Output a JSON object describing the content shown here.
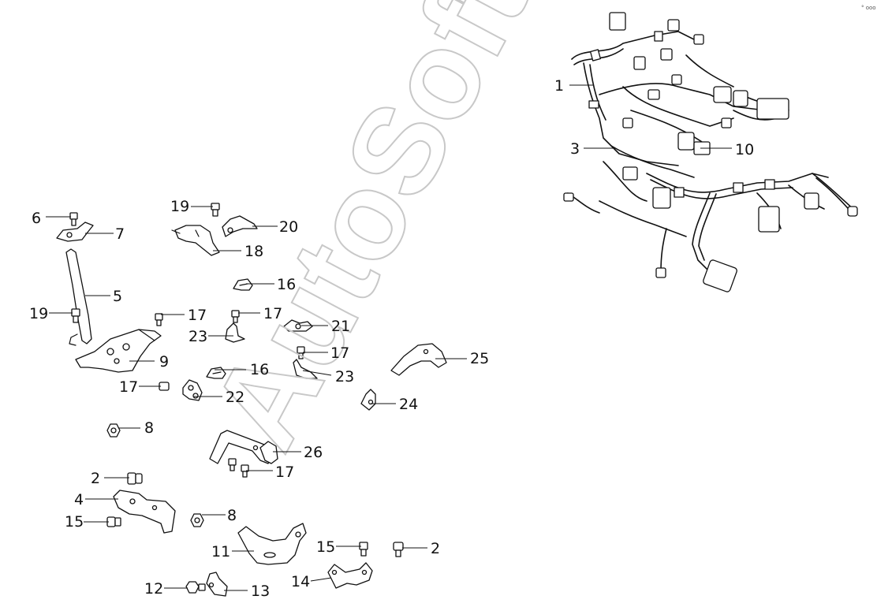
{
  "watermark": "AutoSoft",
  "corner_mark": "° ooo",
  "callouts": {
    "c1": "1",
    "c3": "3",
    "c10": "10",
    "c6": "6",
    "c7": "7",
    "c5": "5",
    "c19a": "19",
    "c19b": "19",
    "c20": "20",
    "c18": "18",
    "c16a": "16",
    "c16b": "16",
    "c17a": "17",
    "c17b": "17",
    "c17c": "17",
    "c17d": "17",
    "c17e": "17",
    "c23a": "23",
    "c23b": "23",
    "c21": "21",
    "c25": "25",
    "c24": "24",
    "c9": "9",
    "c22": "22",
    "c8a": "8",
    "c8b": "8",
    "c26": "26",
    "c2a": "2",
    "c2b": "2",
    "c4": "4",
    "c15a": "15",
    "c15b": "15",
    "c11": "11",
    "c12": "12",
    "c13": "13",
    "c14": "14"
  }
}
